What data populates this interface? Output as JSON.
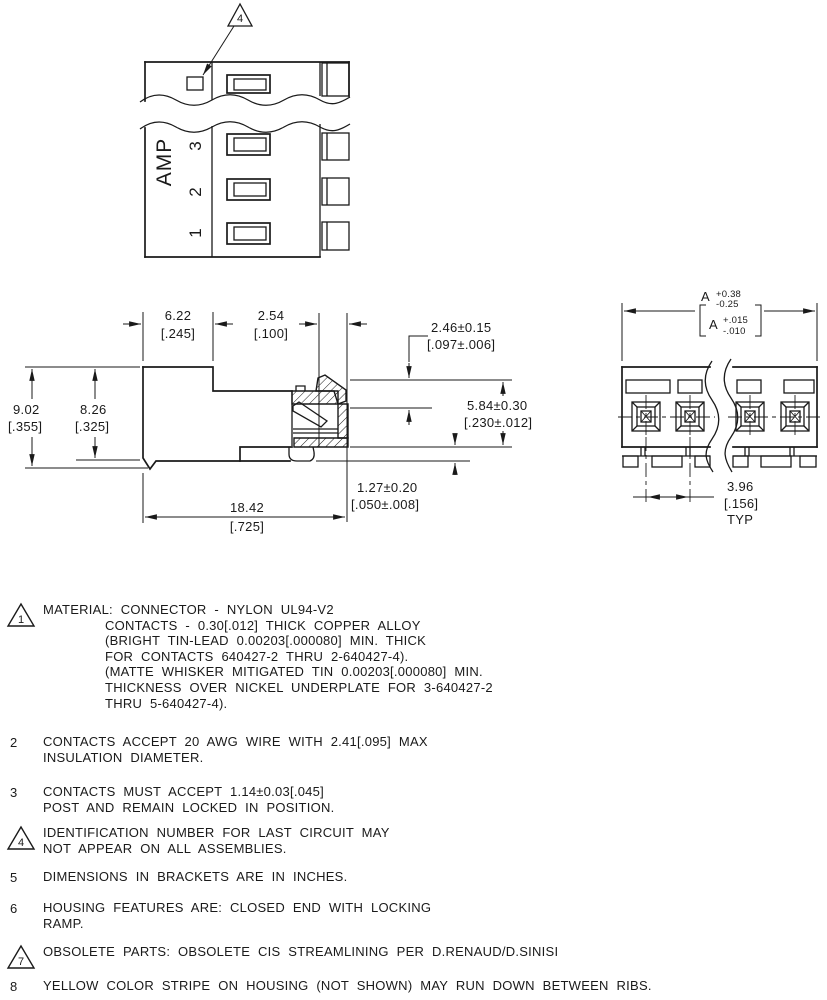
{
  "top_view": {
    "brand": "AMP",
    "circuits": [
      "3",
      "2",
      "1"
    ],
    "callout_flag": "4"
  },
  "side_view": {
    "dim_width_top_mm": "6.22",
    "dim_width_top_in": "[.245]",
    "dim_pitch_mm": "2.54",
    "dim_pitch_in": "[.100]",
    "dim_beam_mm": "2.46±0.15",
    "dim_beam_in": "[.097±.006]",
    "dim_height_overall_mm": "9.02",
    "dim_height_overall_in": "[.355]",
    "dim_height_body_mm": "8.26",
    "dim_height_body_in": "[.325]",
    "dim_contact_mm": "5.84±0.30",
    "dim_contact_in": "[.230±.012]",
    "dim_standoff_mm": "1.27±0.20",
    "dim_standoff_in": "[.050±.008]",
    "dim_length_mm": "18.42",
    "dim_length_in": "[.725]"
  },
  "front_view": {
    "dim_a_label": "A",
    "dim_a_plus": "+0.38",
    "dim_a_minus": "-0.25",
    "dim_a_bracket_label": "A",
    "dim_a_bracket_plus": "+.015",
    "dim_a_bracket_minus": "-.010",
    "dim_pitch_mm": "3.96",
    "dim_pitch_in": "[.156]",
    "dim_pitch_qualifier": "TYP"
  },
  "notes": [
    {
      "num": "1",
      "flagged": true,
      "lines": [
        "MATERIAL: CONNECTOR - NYLON UL94-V2",
        "CONTACTS - 0.30[.012] THICK COPPER ALLOY",
        "(BRIGHT TIN-LEAD 0.00203[.000080] MIN. THICK",
        "FOR CONTACTS 640427-2 THRU 2-640427-4).",
        "(MATTE WHISKER MITIGATED TIN 0.00203[.000080] MIN.",
        "THICKNESS OVER NICKEL UNDERPLATE FOR 3-640427-2",
        "THRU 5-640427-4)."
      ]
    },
    {
      "num": "2",
      "flagged": false,
      "lines": [
        "CONTACTS ACCEPT 20 AWG WIRE WITH 2.41[.095] MAX",
        "INSULATION DIAMETER."
      ]
    },
    {
      "num": "3",
      "flagged": false,
      "lines": [
        "CONTACTS MUST ACCEPT 1.14±0.03[.045]",
        "POST AND REMAIN LOCKED IN POSITION."
      ]
    },
    {
      "num": "4",
      "flagged": true,
      "lines": [
        "IDENTIFICATION NUMBER FOR LAST CIRCUIT MAY",
        "NOT APPEAR ON ALL ASSEMBLIES."
      ]
    },
    {
      "num": "5",
      "flagged": false,
      "lines": [
        "DIMENSIONS IN BRACKETS ARE IN INCHES."
      ]
    },
    {
      "num": "6",
      "flagged": false,
      "lines": [
        "HOUSING FEATURES ARE: CLOSED END WITH LOCKING",
        "RAMP."
      ]
    },
    {
      "num": "7",
      "flagged": true,
      "lines": [
        "OBSOLETE PARTS: OBSOLETE CIS STREAMLINING PER D.RENAUD/D.SINISI"
      ]
    },
    {
      "num": "8",
      "flagged": false,
      "lines": [
        "YELLOW COLOR STRIPE ON HOUSING (NOT SHOWN) MAY RUN DOWN BETWEEN RIBS."
      ]
    }
  ]
}
